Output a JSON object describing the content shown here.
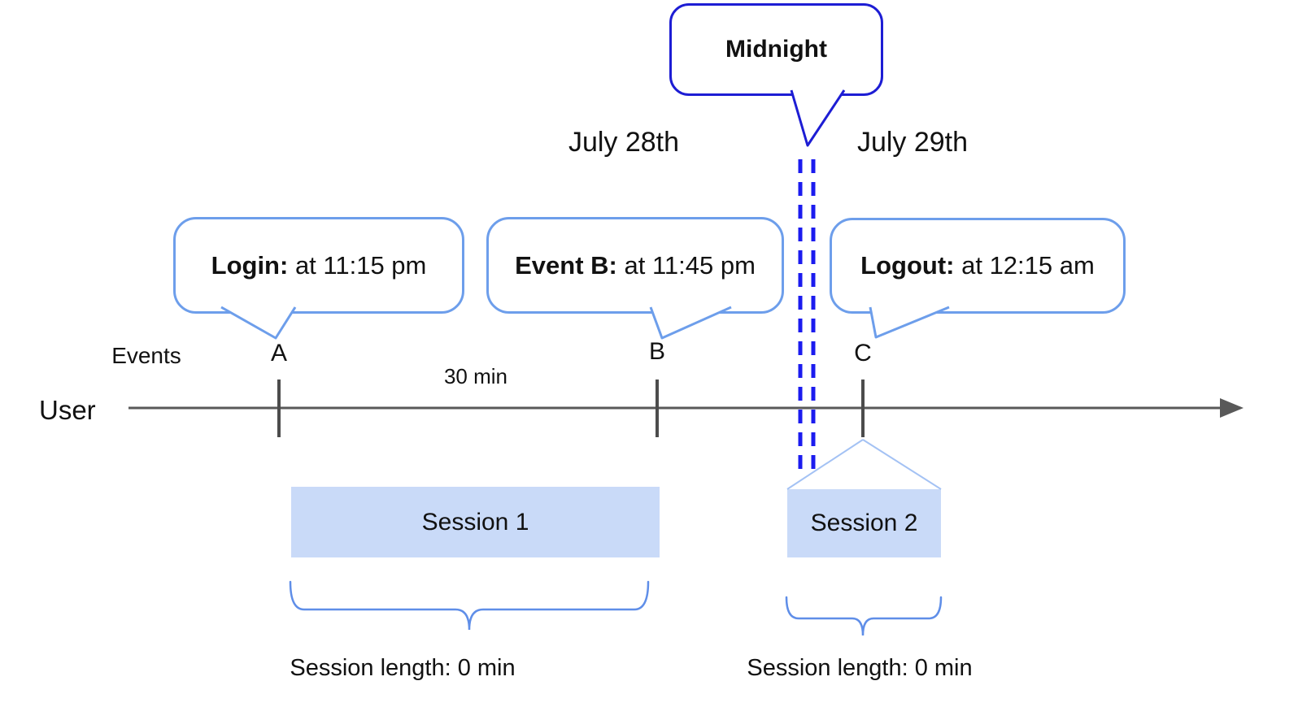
{
  "colors": {
    "callout_border": "#6d9eeb",
    "midnight_border": "#1d1dd4",
    "midnight_dash": "#1b1bef",
    "session_fill": "#c9daf8",
    "connector": "#a4c2f4",
    "brace": "#5f8ee8",
    "timeline": "#595959",
    "tick": "#4c4c4c",
    "text": "#111111"
  },
  "dates": {
    "before_midnight": "July 28th",
    "after_midnight": "July 29th"
  },
  "midnight_callout": {
    "label": "Midnight"
  },
  "event_callouts": [
    {
      "title": "Login:",
      "detail": " at 11:15 pm"
    },
    {
      "title": "Event B:",
      "detail": " at 11:45 pm"
    },
    {
      "title": "Logout:",
      "detail": " at 12:15 am"
    }
  ],
  "timeline": {
    "row_label": "Events",
    "axis_label": "User",
    "interval_label": "30 min",
    "markers": [
      "A",
      "B",
      "C"
    ]
  },
  "sessions": [
    {
      "name": "Session 1",
      "length": "Session length: 0 min"
    },
    {
      "name": "Session 2",
      "length": "Session length: 0 min"
    }
  ]
}
